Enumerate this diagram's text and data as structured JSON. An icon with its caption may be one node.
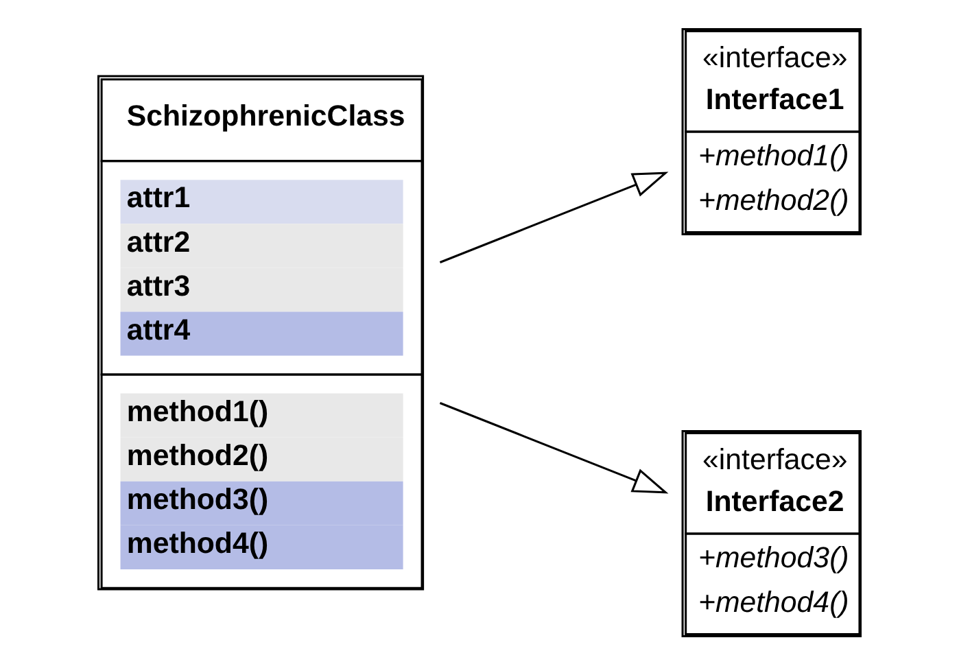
{
  "diagram": {
    "nodes": [
      {
        "text": [
          "SchizophrenicClass",
          "attr1",
          "attr2",
          "attr3",
          "attr4",
          "method1()",
          "method2()",
          "method3()",
          "method4()"
        ]
      },
      {
        "text": [
          "«interface»",
          "Interface1",
          "+method1()",
          "+method2()"
        ]
      },
      {
        "text": [
          "«interface»",
          "Interface2",
          "+method3()",
          "+method4()"
        ]
      }
    ],
    "edges": [
      {
        "from": 0,
        "to": 1,
        "arrow": "to"
      },
      {
        "from": 0,
        "to": 2,
        "arrow": "to"
      }
    ]
  }
}
